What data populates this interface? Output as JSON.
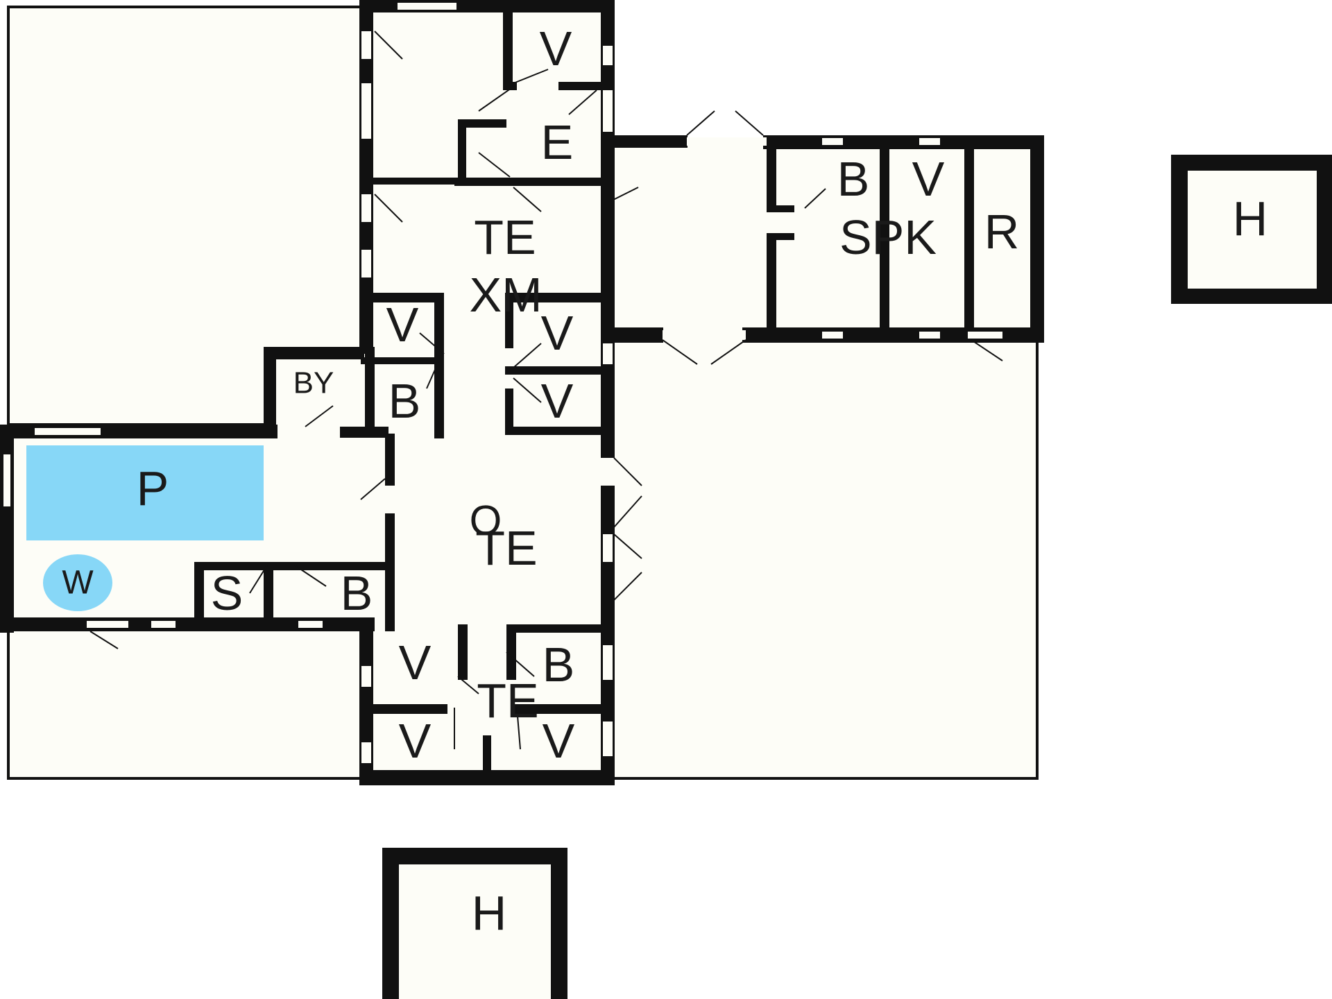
{
  "labels": {
    "v_top": "V",
    "e": "E",
    "b_kitchen": "B",
    "v_kitchen": "V",
    "spk": "SPK",
    "r": "R",
    "h_right": "H",
    "te_upper": "TE",
    "xm": "XM",
    "v_mid_left": "V",
    "v_mid_right1": "V",
    "v_mid_right2": "V",
    "b_mid": "B",
    "by": "BY",
    "p": "P",
    "o": "O",
    "te_center": "TE",
    "w": "W",
    "s": "S",
    "b_pool": "B",
    "v_bottom_left1": "V",
    "b_bottom_right": "B",
    "te_bottom": "TE",
    "v_bottom_left2": "V",
    "v_bottom_right": "V",
    "h_bottom": "H"
  },
  "colors": {
    "background": "#ffffff",
    "floor": "#fdfdf7",
    "wall": "#111111",
    "pool": "#87d7f7"
  }
}
